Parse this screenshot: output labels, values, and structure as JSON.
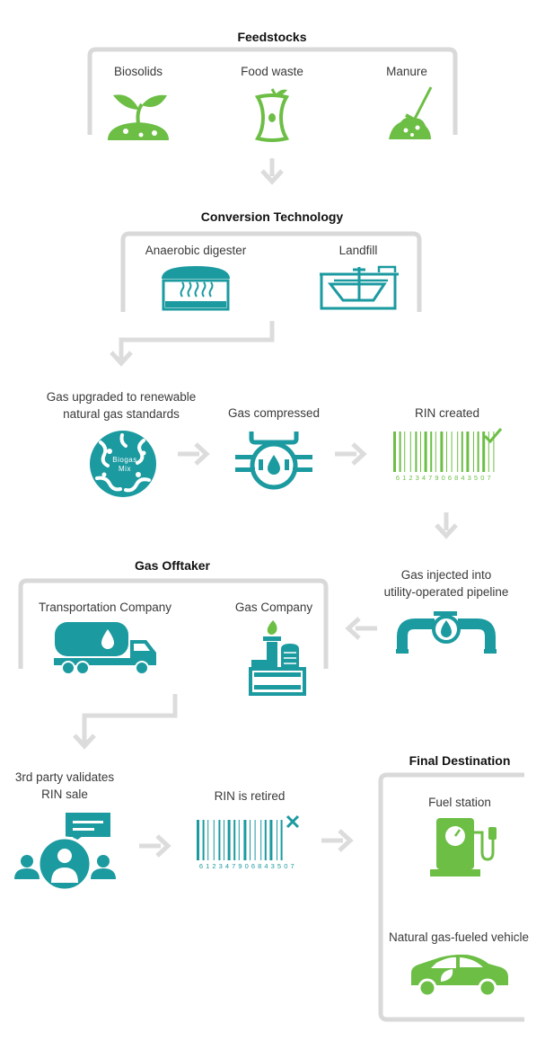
{
  "colors": {
    "green": "#6cbe45",
    "teal": "#1b9aa0",
    "gray": "#d9d9d9",
    "text": "#3a3a3a"
  },
  "feedstocks": {
    "title": "Feedstocks",
    "items": [
      {
        "label": "Biosolids",
        "icon": "sprout-icon"
      },
      {
        "label": "Food waste",
        "icon": "apple-core-icon"
      },
      {
        "label": "Manure",
        "icon": "manure-rake-icon"
      }
    ]
  },
  "conversion": {
    "title": "Conversion Technology",
    "items": [
      {
        "label": "Anaerobic digester",
        "icon": "digester-icon"
      },
      {
        "label": "Landfill",
        "icon": "landfill-icon"
      }
    ]
  },
  "upgrade": {
    "line1": "Gas upgraded to renewable",
    "line2": "natural gas standards",
    "biogas_line1": "Biogas",
    "biogas_line2": "Mix"
  },
  "compress": {
    "label": "Gas compressed"
  },
  "rin_created": {
    "label": "RIN created",
    "barcode_digits": "6 1 2 3 4 7 9 0 6 8 4 3 5 0 7"
  },
  "pipeline": {
    "line1": "Gas injected into",
    "line2": "utility-operated pipeline"
  },
  "offtaker": {
    "title": "Gas Offtaker",
    "items": [
      {
        "label": "Transportation Company",
        "icon": "tanker-truck-icon"
      },
      {
        "label": "Gas Company",
        "icon": "gas-plant-icon"
      }
    ]
  },
  "validate": {
    "line1": "3rd party validates",
    "line2": "RIN sale"
  },
  "rin_retired": {
    "label": "RIN is retired",
    "barcode_digits": "6 1 2 3 4 7 9 0 6 8 4 3 5 0 7"
  },
  "final": {
    "title": "Final Destination",
    "items": [
      {
        "label": "Fuel station",
        "icon": "fuel-pump-icon"
      },
      {
        "label": "Natural gas-fueled vehicle",
        "icon": "car-icon"
      }
    ]
  }
}
